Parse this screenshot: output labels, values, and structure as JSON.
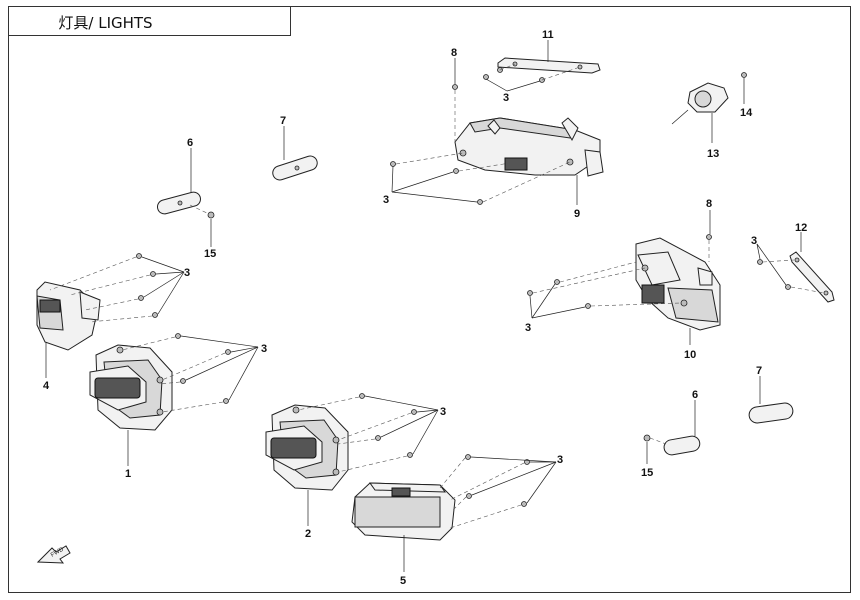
{
  "title": "灯具/ LIGHTS",
  "callouts": {
    "c1": "1",
    "c2": "2",
    "c3": "3",
    "c4": "4",
    "c5": "5",
    "c6": "6",
    "c7": "7",
    "c8": "8",
    "c9": "9",
    "c10": "10",
    "c11": "11",
    "c12": "12",
    "c13": "13",
    "c14": "14",
    "c15": "15"
  }
}
